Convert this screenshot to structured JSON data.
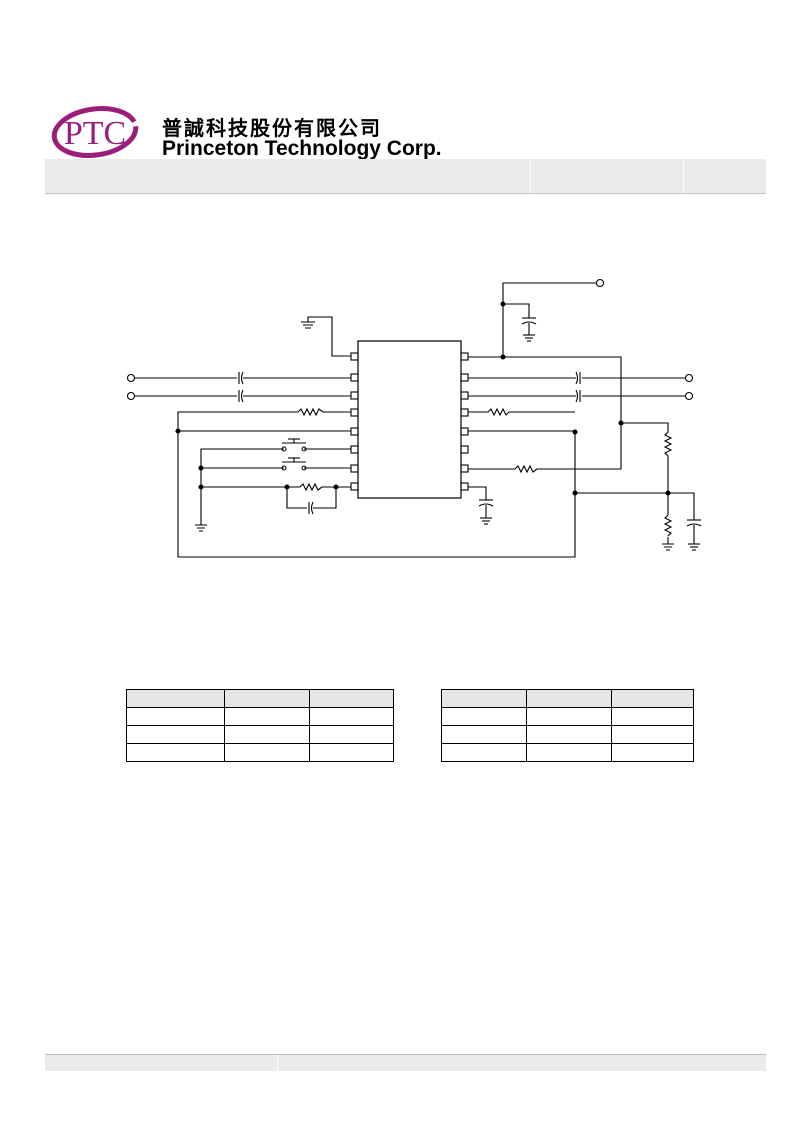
{
  "header": {
    "logo_text": "PTC",
    "company_name_chinese": "普誠科技股份有限公司",
    "company_name_english": "Princeton Technology Corp."
  },
  "colors": {
    "brand": "#9b1f7a",
    "header_bar": "#ebebeb",
    "table_header": "#e6e6e6"
  },
  "tables": {
    "left": {
      "columns": 3,
      "rows": 4
    },
    "right": {
      "columns": 3,
      "rows": 4
    }
  }
}
